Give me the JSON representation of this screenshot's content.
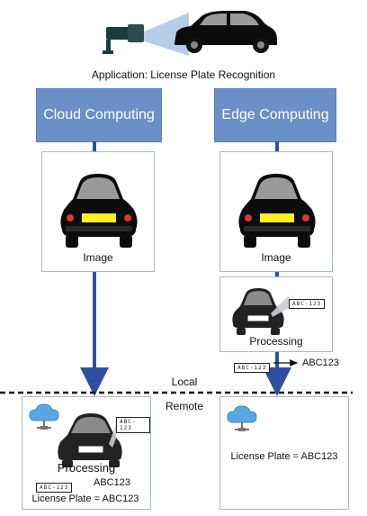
{
  "title": "Application: License Plate Recognition",
  "cloud": {
    "header": "Cloud Computing",
    "image_label": "Image",
    "processing_label": "Processing",
    "plate_text": "ABC123",
    "result": "License Plate = ABC123"
  },
  "edge": {
    "header": "Edge Computing",
    "image_label": "Image",
    "processing_label": "Processing",
    "plate_text": "ABC123",
    "result": "License Plate = ABC123"
  },
  "divider": {
    "local_label": "Local",
    "remote_label": "Remote"
  },
  "plate_glyph": "ABC-123",
  "colors": {
    "header_fill": "#6b8fc7",
    "arrow": "#2f4fa3",
    "box_border": "#aab8cc",
    "car_body": "#0c0c0c",
    "plate_yellow": "#ffee22",
    "tail_light": "#d63a2a"
  }
}
